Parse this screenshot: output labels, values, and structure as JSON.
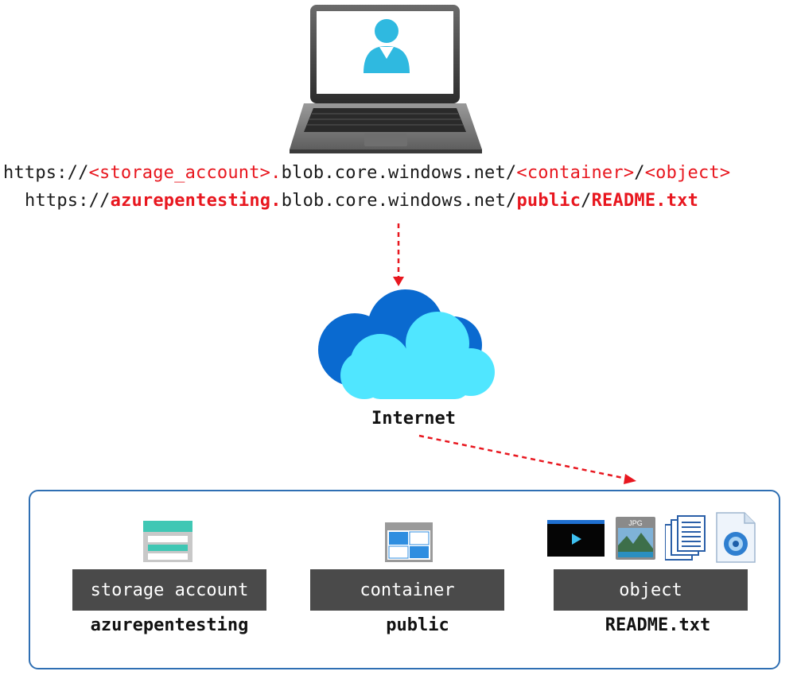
{
  "url_template": {
    "prefix": "https://",
    "account": "<storage_account>.",
    "domain": "blob.core.windows.net/",
    "container": "<container>",
    "sep": "/",
    "object": "<object>"
  },
  "url_example": {
    "prefix": "https://",
    "account": "azurepentesting.",
    "domain": "blob.core.windows.net/",
    "container": "public",
    "sep": "/",
    "object": "README.txt"
  },
  "internet": {
    "label": "Internet"
  },
  "panel": {
    "storage": {
      "label": "storage account",
      "value": "azurepentesting"
    },
    "container": {
      "label": "container",
      "value": "public"
    },
    "object": {
      "label": "object",
      "value": "README.txt",
      "jpg_badge": "JPG"
    }
  },
  "colors": {
    "red": "#e8171f",
    "panel_border": "#2f6fb3",
    "box_bg": "#4a4a4a",
    "cloud_dark": "#0a6ad0",
    "cloud_light": "#50e6ff",
    "user_icon": "#2fb9e0",
    "storage_teal": "#3fc7b4"
  },
  "icons": [
    "laptop-icon",
    "user-icon",
    "cloud-icon",
    "storage-account-icon",
    "container-icon",
    "video-icon",
    "jpg-icon",
    "documents-icon",
    "audio-file-icon"
  ]
}
